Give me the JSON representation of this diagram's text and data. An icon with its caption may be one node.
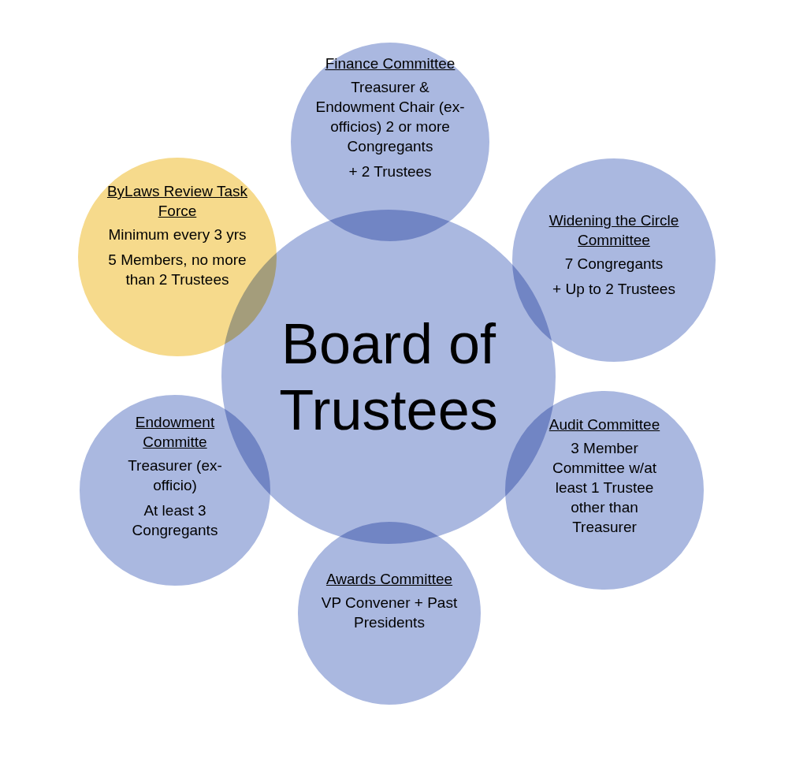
{
  "diagram": {
    "nodes": [
      {
        "text": [
          "Board of Trustees"
        ]
      },
      {
        "text": [
          "Finance Committee",
          "Treasurer & Endowment Chair (ex-officios) 2 or more Congregants",
          "+ 2  Trustees"
        ]
      },
      {
        "text": [
          "ByLaws Review Task Force",
          "Minimum every 3 yrs",
          "5 Members, no more than 2 Trustees"
        ]
      },
      {
        "text": [
          "Widening the Circle Committee",
          "7 Congregants",
          "+ Up to 2 Trustees"
        ]
      },
      {
        "text": [
          "Endowment Committe",
          "Treasurer (ex-officio)",
          "At least 3 Congregants"
        ]
      },
      {
        "text": [
          "Audit Committee",
          "3 Member Committee w/at least 1 Trustee other than Treasurer"
        ]
      },
      {
        "text": [
          "Awards Committee",
          "VP Convener + Past Presidents"
        ]
      }
    ]
  }
}
